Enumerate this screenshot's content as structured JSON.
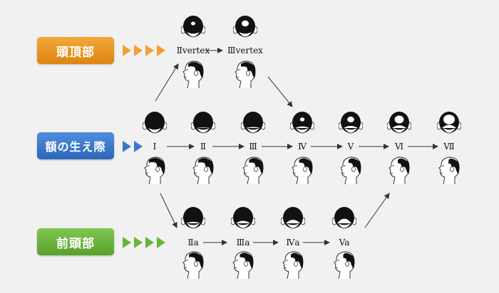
{
  "categories": {
    "vertex": {
      "label": "頭頂部",
      "color": "#e8951a"
    },
    "hairline": {
      "label": "額の生え際",
      "color": "#3c78c8"
    },
    "front": {
      "label": "前頭部",
      "color": "#6ab43c"
    }
  },
  "stages": {
    "vertex": [
      "Ⅱvertex",
      "Ⅲvertex"
    ],
    "main": [
      "Ⅰ",
      "Ⅱ",
      "Ⅲ",
      "Ⅳ",
      "Ⅴ",
      "Ⅵ",
      "Ⅶ"
    ],
    "front": [
      "Ⅱa",
      "Ⅲa",
      "Ⅳa",
      "Va"
    ]
  }
}
